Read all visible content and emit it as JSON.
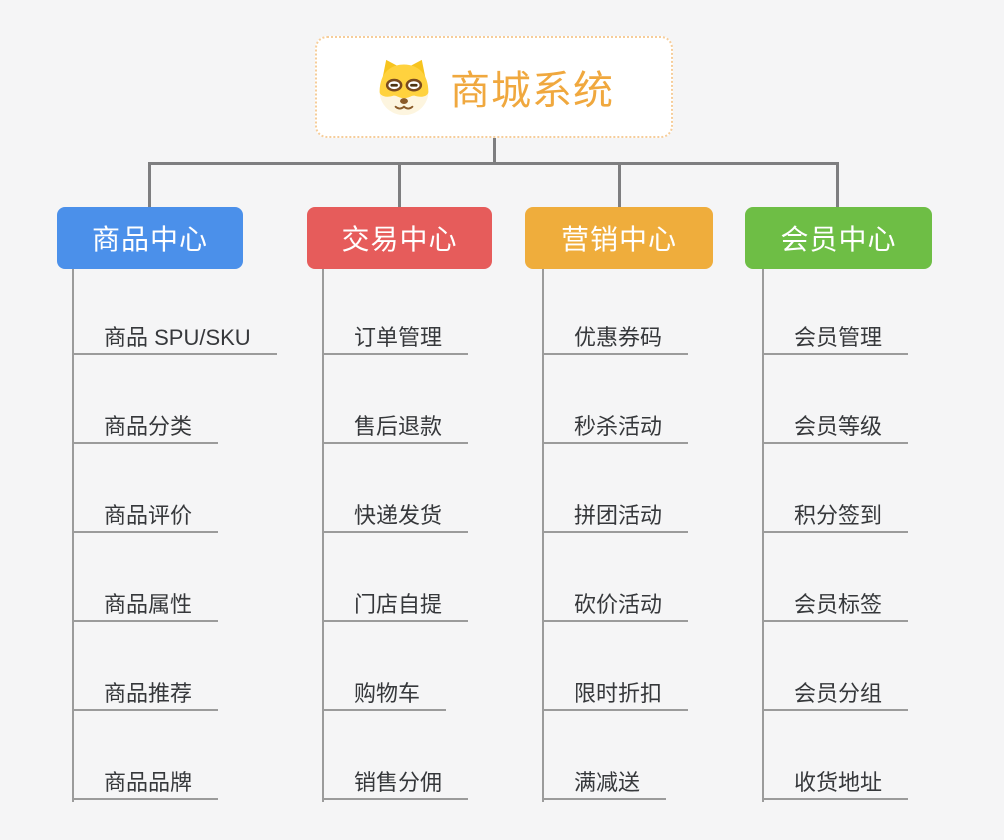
{
  "root": {
    "title": "商城系统",
    "icon": "shiba-dog-icon",
    "text_color": "#f0a83e",
    "border_color": "#f6cd9a",
    "background": "#ffffff"
  },
  "connector": {
    "tree_color": "#7e7e80",
    "leaf_line_color": "#9b9b9b"
  },
  "page": {
    "background": "#f5f5f6"
  },
  "branches": [
    {
      "label": "商品中心",
      "color": "#4b90ea",
      "items": [
        "商品 SPU/SKU",
        "商品分类",
        "商品评价",
        "商品属性",
        "商品推荐",
        "商品品牌"
      ]
    },
    {
      "label": "交易中心",
      "color": "#e65c5b",
      "items": [
        "订单管理",
        "售后退款",
        "快递发货",
        "门店自提",
        "购物车",
        "销售分佣"
      ]
    },
    {
      "label": "营销中心",
      "color": "#efad3c",
      "items": [
        "优惠券码",
        "秒杀活动",
        "拼团活动",
        "砍价活动",
        "限时折扣",
        "满减送"
      ]
    },
    {
      "label": "会员中心",
      "color": "#6ebe45",
      "items": [
        "会员管理",
        "会员等级",
        "积分签到",
        "会员标签",
        "会员分组",
        "收货地址"
      ]
    }
  ]
}
